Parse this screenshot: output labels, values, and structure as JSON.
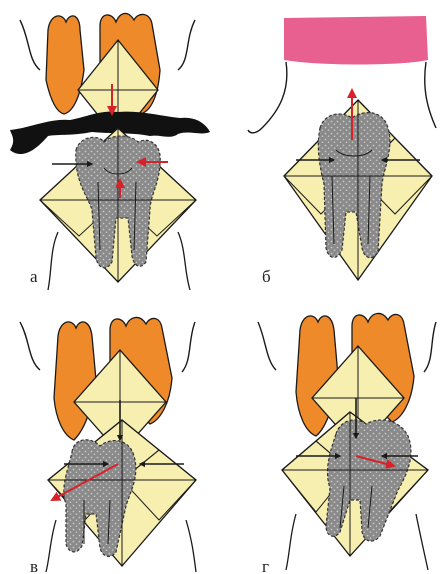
{
  "panels": [
    {
      "label": "а"
    },
    {
      "label": "б"
    },
    {
      "label": "в"
    },
    {
      "label": "г"
    }
  ],
  "colors": {
    "orange": "#ee8a2a",
    "tooth_yellow": "#f6efb0",
    "bone_gray": "#8a8a8a",
    "arrow_red": "#d8222a",
    "pink": "#e8608f",
    "outline": "#1a1a1a",
    "black_bar": "#111111"
  }
}
